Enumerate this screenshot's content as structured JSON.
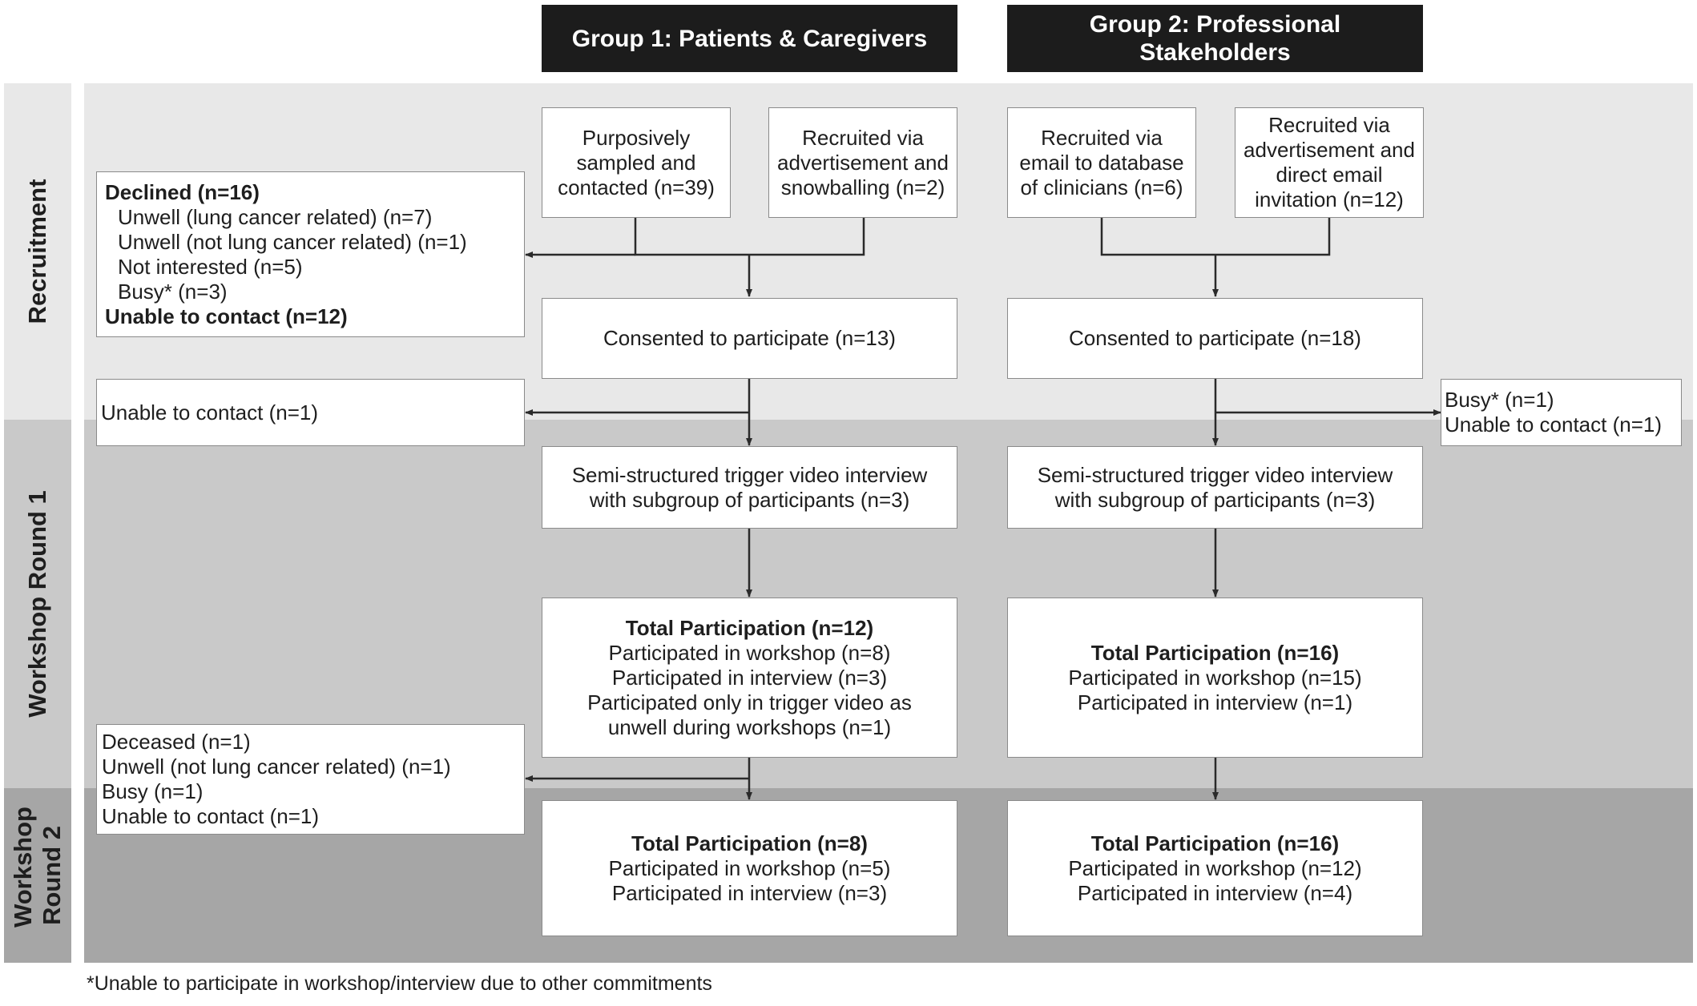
{
  "headers": {
    "group1": "Group 1: Patients & Caregivers",
    "group2": "Group 2: Professional Stakeholders"
  },
  "stages": {
    "recruitment": "Recruitment",
    "workshop1": "Workshop Round 1",
    "workshop2": "Workshop Round 2"
  },
  "group1": {
    "purposive": "Purposively sampled and contacted (n=39)",
    "advert": "Recruited via advertisement and snowballing (n=2)",
    "consented": "Consented to participate (n=13)",
    "interview": "Semi-structured trigger video interview with subgroup of participants (n=3)",
    "round1": {
      "title": "Total Participation (n=12)",
      "line1": "Participated in workshop (n=8)",
      "line2": "Participated in interview (n=3)",
      "line3": "Participated only in trigger video as unwell during workshops (n=1)"
    },
    "round2": {
      "title": "Total Participation (n=8)",
      "line1": "Participated in workshop (n=5)",
      "line2": "Participated in interview (n=3)"
    }
  },
  "group2": {
    "email": "Recruited via email to database of clinicians (n=6)",
    "advert": "Recruited via advertisement and direct email invitation (n=12)",
    "consented": "Consented to participate (n=18)",
    "interview": "Semi-structured trigger video interview with subgroup of participants (n=3)",
    "round1": {
      "title": "Total Participation (n=16)",
      "line1": "Participated in workshop (n=15)",
      "line2": "Participated in interview (n=1)"
    },
    "round2": {
      "title": "Total Participation (n=16)",
      "line1": "Participated in workshop (n=12)",
      "line2": "Participated in interview (n=4)"
    }
  },
  "exclusions": {
    "declined": {
      "title": "Declined (n=16)",
      "items": [
        "Unwell (lung cancer related) (n=7)",
        "Unwell (not lung cancer related) (n=1)",
        "Not interested (n=5)",
        "Busy* (n=3)"
      ],
      "unable": "Unable to contact (n=12)"
    },
    "g1_after_consent": "Unable to contact (n=1)",
    "g2_after_consent": [
      "Busy* (n=1)",
      "Unable to contact (n=1)"
    ],
    "g1_after_round1": [
      "Deceased (n=1)",
      "Unwell (not lung cancer related) (n=1)",
      "Busy (n=1)",
      "Unable to contact (n=1)"
    ]
  },
  "footnote": "*Unable to participate in workshop/interview due to other commitments",
  "colors": {
    "band_recruitment": "#e8e8e8",
    "band_workshop1": "#c9c9c9",
    "band_workshop2": "#a6a6a6",
    "header_bg": "#1c1c1c"
  }
}
